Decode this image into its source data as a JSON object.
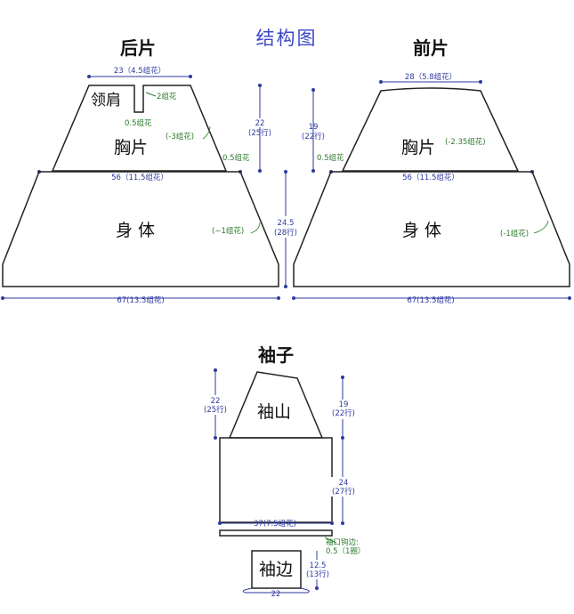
{
  "title": "结构图",
  "back": {
    "title": "后片",
    "width_top": "23（4.5组花）",
    "neck_label": "领肩",
    "neck_depth": "2组花",
    "neck_step": "0.5组花",
    "armhole_dec": "(-3组花)",
    "armhole_step": "0.5组花",
    "chest_label": "胸片",
    "width_mid": "56（11.5组花）",
    "body_label": "身 体",
    "body_dec": "(−1组花)",
    "width_bottom": "67(13.5组花)"
  },
  "front": {
    "title": "前片",
    "width_top": "28（5.8组花）",
    "chest_label": "胸片",
    "armhole_dec": "(-2.35组花)",
    "armhole_step": "0.5组花",
    "width_mid": "56（11.5组花）",
    "body_label": "身 体",
    "body_dec": "(-1组花)",
    "width_bottom": "67(13.5组花)"
  },
  "center_dims": {
    "back_chest_cm": "22",
    "back_chest_rows": "(25行)",
    "front_chest_cm": "19",
    "front_chest_rows": "(22行)",
    "body_cm": "24.5",
    "body_rows": "(28行)"
  },
  "sleeve": {
    "title": "袖子",
    "cap_label": "袖山",
    "cap_left_cm": "22",
    "cap_left_rows": "(25行)",
    "cap_right_cm": "19",
    "cap_right_rows": "(22行)",
    "body_cm": "24",
    "body_rows": "(27行)",
    "width": "37(7.5组花)",
    "cuff_edge_line1": "袖口钩边:",
    "cuff_edge_line2": "0.5（1圈）",
    "cuff_label": "袖边",
    "cuff_cm": "12.5",
    "cuff_rows": "(13行)",
    "cuff_width": "22"
  }
}
